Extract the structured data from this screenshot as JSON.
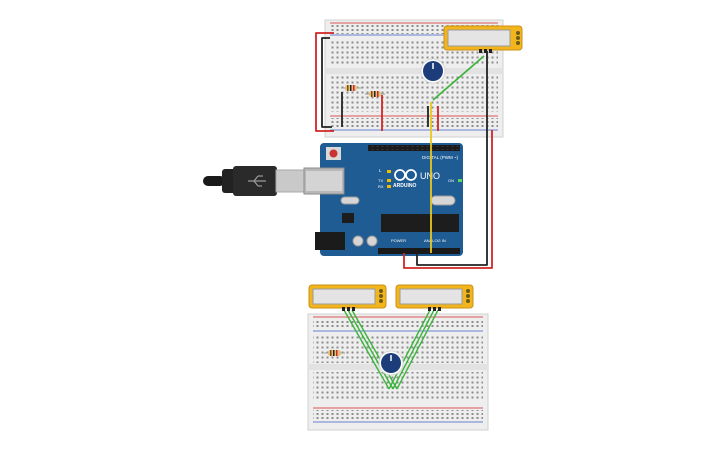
{
  "arduino": {
    "logo_text": "ARDUINO",
    "model": "UNO",
    "digital_header": "DIGITAL (PWM ~)",
    "power_header": "POWER",
    "analog_header": "ANALOG IN",
    "led_l": "L",
    "led_tx": "TX",
    "led_rx": "RX",
    "led_on": "ON",
    "board_color": "#1f5c93"
  },
  "breadboards": [
    {
      "id": "upper"
    },
    {
      "id": "lower"
    }
  ],
  "wire_colors": {
    "red": "#d22525",
    "black": "#222222",
    "green": "#3cb43c",
    "yellow": "#e8c81c"
  },
  "components": {
    "servo_color": "#f2b51c",
    "potentiometer_color": "#1c3d7a",
    "resistor_color": "#e2c27a"
  },
  "usb_cable": {
    "icon": "usb-icon"
  }
}
